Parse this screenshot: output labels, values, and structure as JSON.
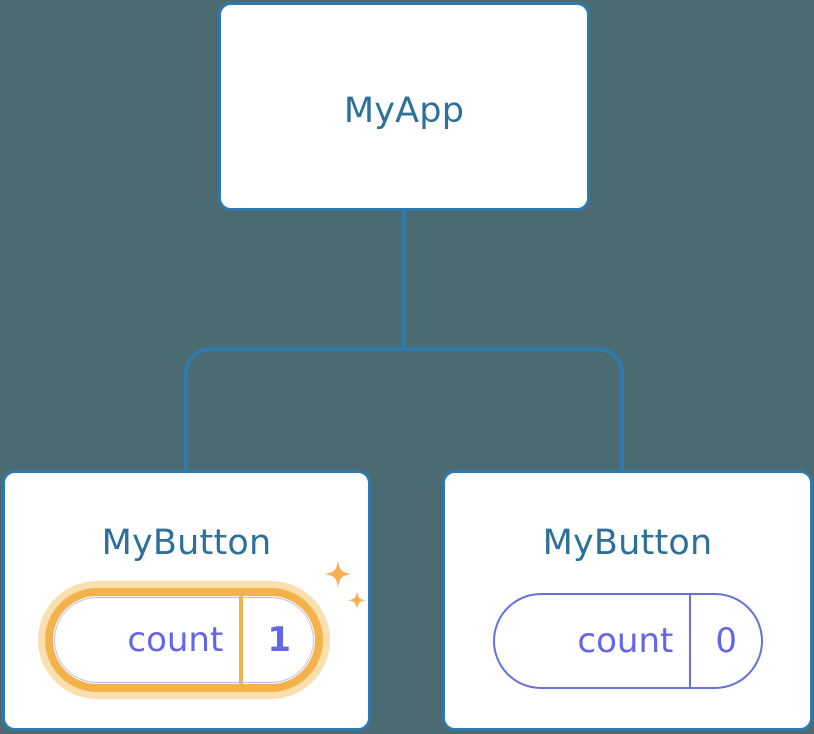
{
  "diagram": {
    "type": "component-tree",
    "background_color": "#4c6a72",
    "connector_color": "#2f7aac",
    "card_border_color": "#2f7aac",
    "title_color": "#2d7099",
    "pill_text_color": "#6366e8",
    "pill_border_color": "#6871dd",
    "highlight_color": "#f4b24a",
    "highlight_glow_color": "#fbdfae"
  },
  "root": {
    "title": "MyApp"
  },
  "children": [
    {
      "title": "MyButton",
      "state": {
        "key": "count",
        "value": "1"
      },
      "highlighted": true,
      "sparkle_large": "sparkle-icon",
      "sparkle_small": "sparkle-icon"
    },
    {
      "title": "MyButton",
      "state": {
        "key": "count",
        "value": "0"
      },
      "highlighted": false
    }
  ]
}
